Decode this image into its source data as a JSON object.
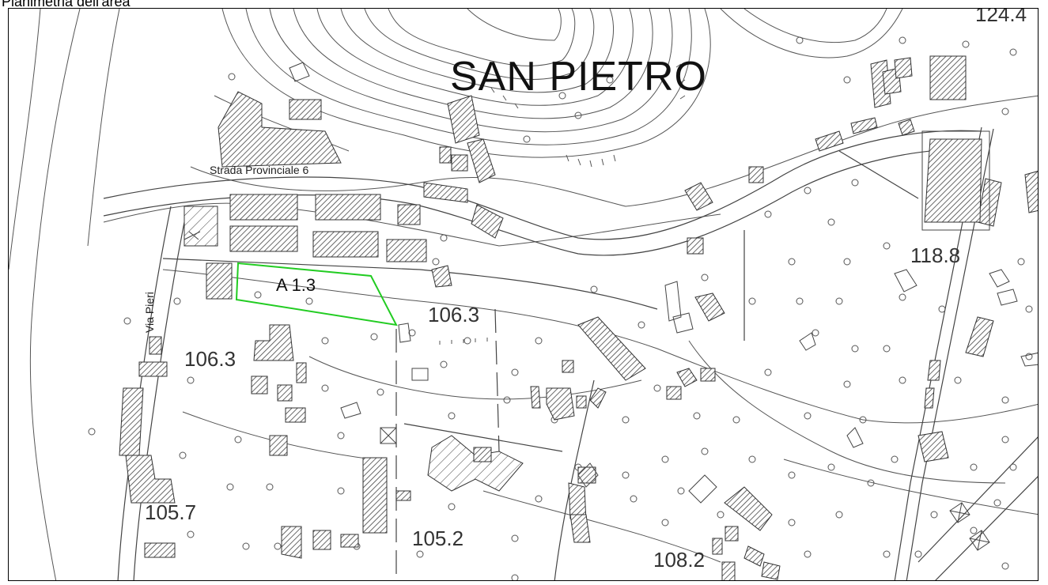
{
  "caption": "Planimetria dell'area",
  "map": {
    "place_name": "SAN PIETRO",
    "road_provinciale": "Strada Provinciale 6",
    "road_via": "Via Pieri",
    "area_label": "A 1.3",
    "elevations": {
      "top_right": "124.4",
      "right": "118.8",
      "center": "106.3",
      "left": "106.3",
      "bottom_left": "105.7",
      "bottom_center": "105.2",
      "bottom_right": "108.2"
    },
    "colors": {
      "boundary": "#22cc22",
      "lines": "#555555",
      "hatch": "#444444"
    }
  }
}
